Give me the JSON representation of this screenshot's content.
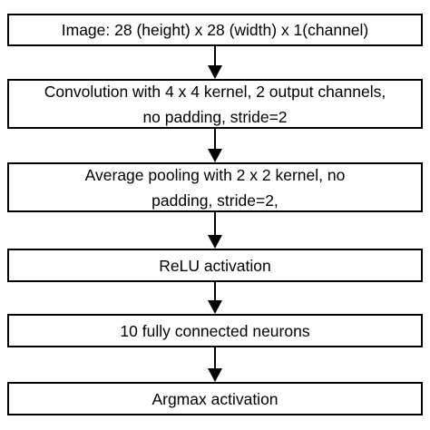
{
  "steps": [
    {
      "lines": [
        "Image: 28 (height) x 28 (width) x 1(channel)"
      ]
    },
    {
      "lines": [
        "Convolution with 4 x 4 kernel, 2 output channels,",
        "no padding, stride=2"
      ]
    },
    {
      "lines": [
        "Average pooling with 2 x 2 kernel, no",
        "padding, stride=2,"
      ]
    },
    {
      "lines": [
        "ReLU activation"
      ]
    },
    {
      "lines": [
        "10 fully connected neurons"
      ]
    },
    {
      "lines": [
        "Argmax activation"
      ]
    }
  ],
  "colors": {
    "stroke": "#000000",
    "background": "#ffffff"
  }
}
